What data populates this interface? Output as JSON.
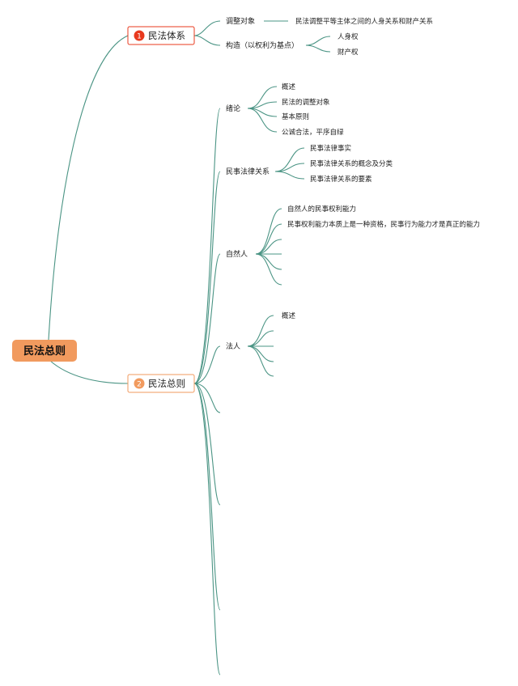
{
  "root": {
    "label": "民法总则",
    "color": "#f19a5e"
  },
  "branches": [
    {
      "num": "1",
      "label": "民法体系",
      "badge_color": "#e8391e",
      "border_color": "#e8391e",
      "children": [
        {
          "label": "调整对象",
          "children": [
            "民法调整平等主体之间的人身关系和财产关系"
          ]
        },
        {
          "label": "构造（以权利为基点）",
          "children": [
            "人身权",
            "财产权"
          ]
        }
      ]
    },
    {
      "num": "2",
      "label": "民法总则",
      "badge_color": "#f19a5e",
      "border_color": "#f19a5e",
      "children": [
        {
          "label": "绪论",
          "children": [
            "概述",
            "民法的调整对象",
            "基本原则",
            "公诚合法，平序自绿"
          ]
        },
        {
          "label": "民事法律关系",
          "children": [
            "民事法律事实",
            "民事法律关系的概念及分类",
            "民事法律关系的要素"
          ]
        },
        {
          "label": "自然人",
          "children": [
            "自然人的民事权利能力",
            "民事权利能力本质上是一种资格，民事行为能力才是真正的能力"
          ]
        },
        {
          "label": "法人",
          "children": [
            "概述"
          ]
        }
      ]
    }
  ],
  "colors": {
    "line": "#4a9484"
  }
}
